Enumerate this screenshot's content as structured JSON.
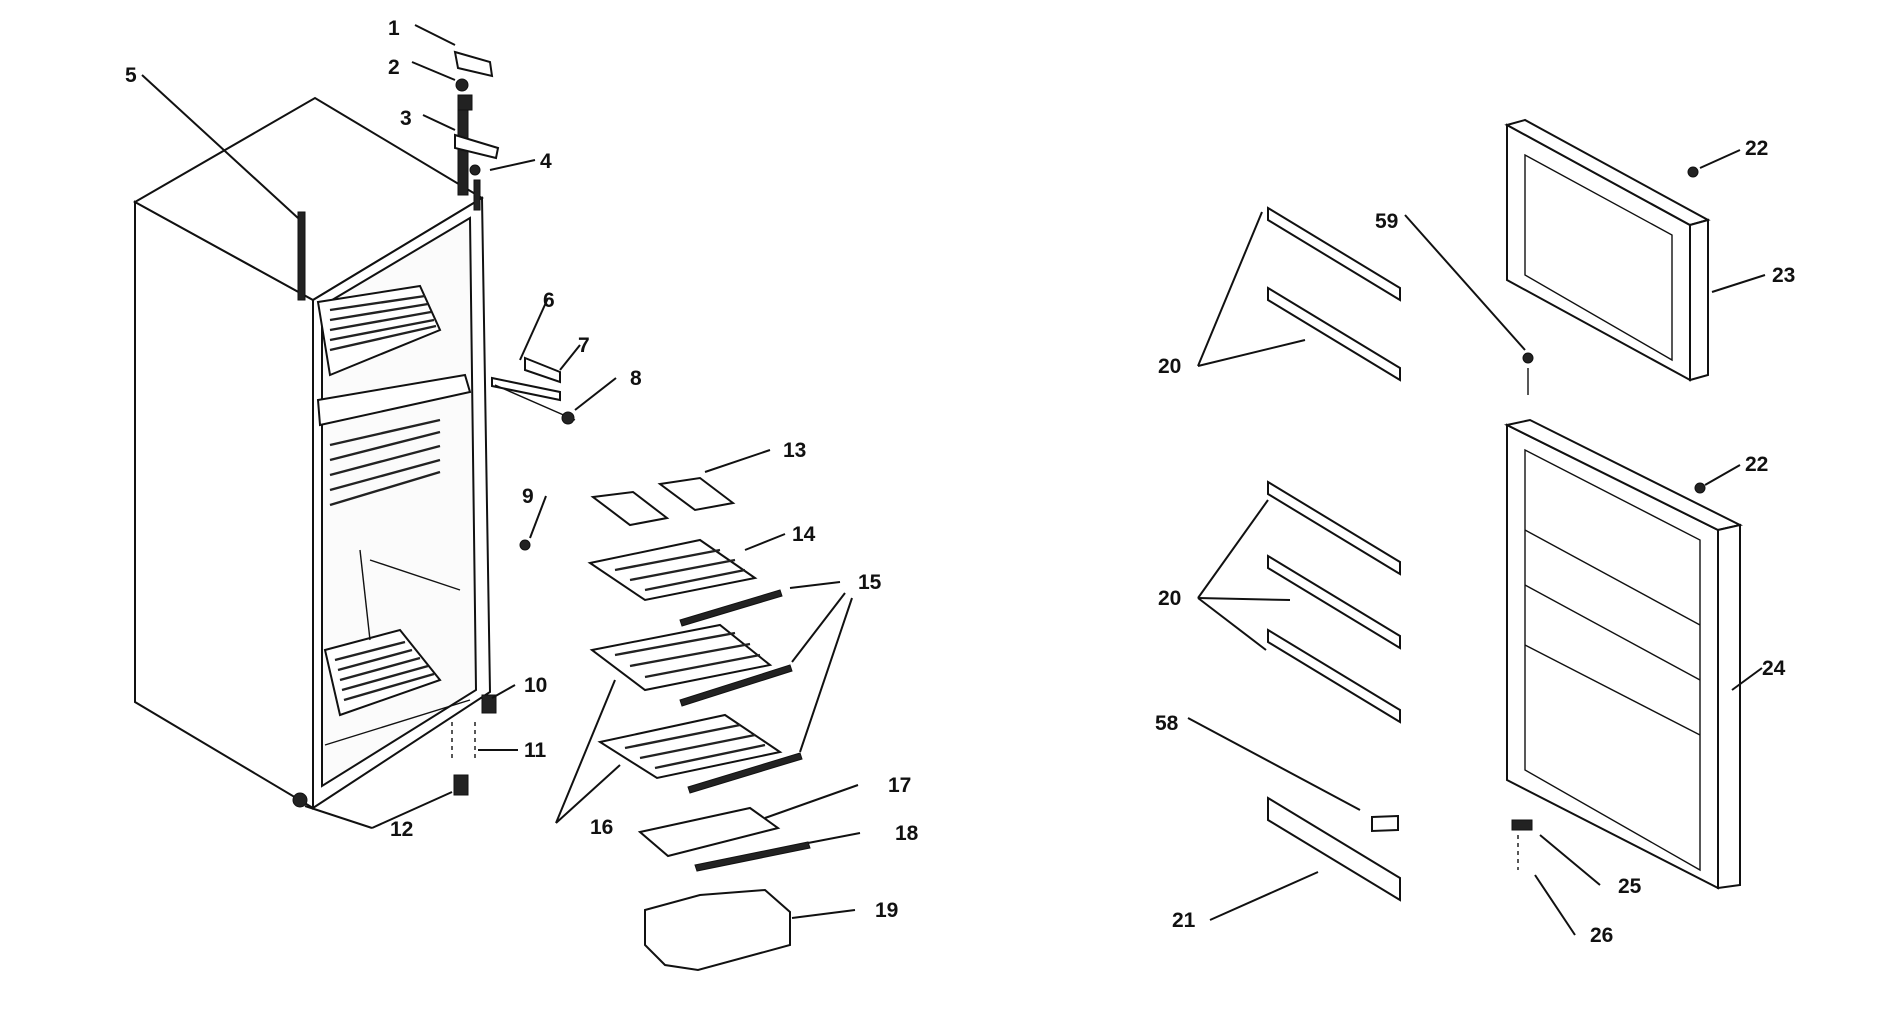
{
  "callouts": [
    {
      "id": "c1",
      "text": "1"
    },
    {
      "id": "c2",
      "text": "2"
    },
    {
      "id": "c3",
      "text": "3"
    },
    {
      "id": "c4",
      "text": "4"
    },
    {
      "id": "c5",
      "text": "5"
    },
    {
      "id": "c6",
      "text": "6"
    },
    {
      "id": "c7",
      "text": "7"
    },
    {
      "id": "c8",
      "text": "8"
    },
    {
      "id": "c9",
      "text": "9"
    },
    {
      "id": "c10",
      "text": "10"
    },
    {
      "id": "c11",
      "text": "11"
    },
    {
      "id": "c12",
      "text": "12"
    },
    {
      "id": "c13",
      "text": "13"
    },
    {
      "id": "c14",
      "text": "14"
    },
    {
      "id": "c15",
      "text": "15"
    },
    {
      "id": "c16",
      "text": "16"
    },
    {
      "id": "c17",
      "text": "17"
    },
    {
      "id": "c18",
      "text": "18"
    },
    {
      "id": "c19",
      "text": "19"
    },
    {
      "id": "c20a",
      "text": "20"
    },
    {
      "id": "c20b",
      "text": "20"
    },
    {
      "id": "c21",
      "text": "21"
    },
    {
      "id": "c22a",
      "text": "22"
    },
    {
      "id": "c22b",
      "text": "22"
    },
    {
      "id": "c23",
      "text": "23"
    },
    {
      "id": "c24",
      "text": "24"
    },
    {
      "id": "c25",
      "text": "25"
    },
    {
      "id": "c26",
      "text": "26"
    },
    {
      "id": "c58",
      "text": "58"
    },
    {
      "id": "c59",
      "text": "59"
    }
  ]
}
